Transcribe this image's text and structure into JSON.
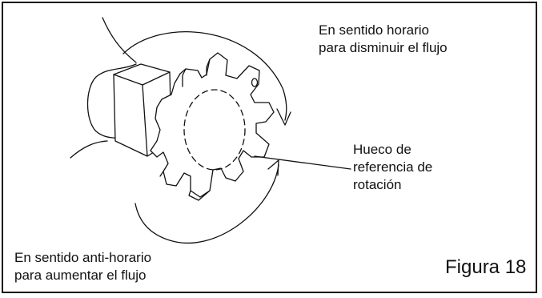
{
  "labels": {
    "clockwise": [
      "En sentido horario",
      "para disminuir el flujo"
    ],
    "reference": [
      "Hueco de",
      "referencia de",
      "rotación"
    ],
    "counterclockwise": [
      "En sentido anti-horario",
      "para aumentar el flujo"
    ]
  },
  "figure_label": "Figura 18"
}
